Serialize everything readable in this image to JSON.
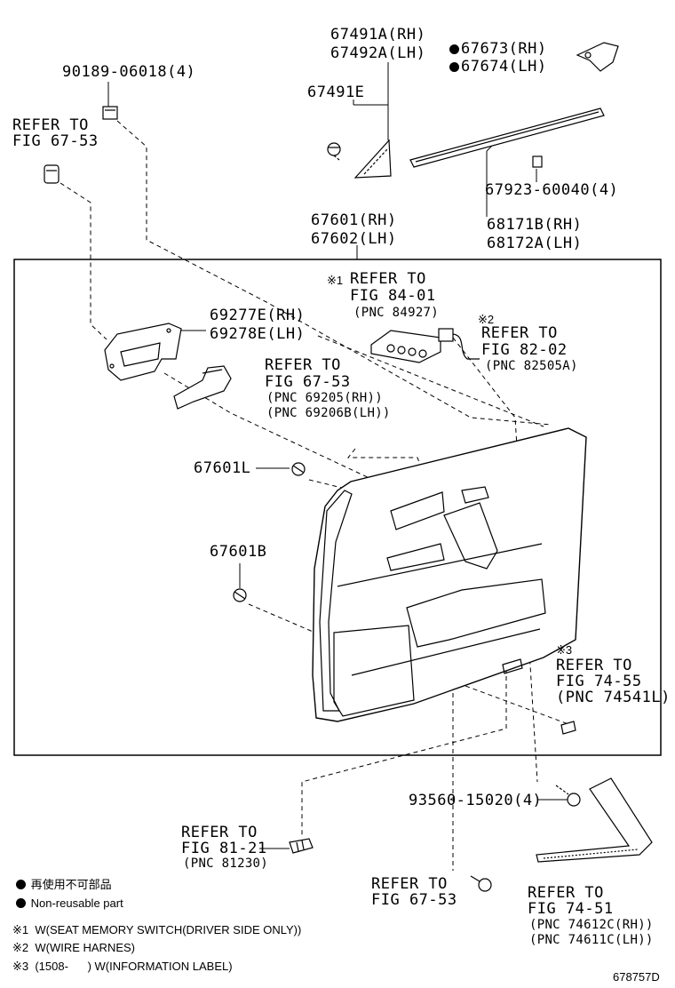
{
  "parts": {
    "clip_90189": "90189-06018(4)",
    "refer_67_53_top": [
      "REFER TO",
      "FIG 67-53"
    ],
    "part_67491A": "67491A(RH)",
    "part_67492A": "67492A(LH)",
    "part_67491E": "67491E",
    "part_67673": "67673(RH)",
    "part_67674": "67674(LH)",
    "clip_67923": "67923-60040(4)",
    "part_68171B": "68171B(RH)",
    "part_68172A": "68172A(LH)",
    "panel_67601": "67601(RH)",
    "panel_67602": "67602(LH)",
    "refer_84_01": [
      "REFER TO",
      "FIG 84-01",
      "(PNC 84927)"
    ],
    "note_mark_1": "※1",
    "refer_82_02": [
      "REFER TO",
      "FIG 82-02",
      "(PNC 82505A)"
    ],
    "note_mark_2": "※2",
    "part_69277E": "69277E(RH)",
    "part_69278E": "69278E(LH)",
    "refer_67_53_mid": [
      "REFER TO",
      "FIG 67-53",
      "(PNC 69205(RH))",
      "(PNC 69206B(LH))"
    ],
    "part_67601L": "67601L",
    "part_67601B": "67601B",
    "refer_74_55": [
      "REFER TO",
      "FIG 74-55",
      "(PNC 74541L)"
    ],
    "note_mark_3": "※3",
    "screw_93560": "93560-15020(4)",
    "refer_81_21": [
      "REFER TO",
      "FIG 81-21",
      "(PNC 81230)"
    ],
    "refer_67_53_bottom": [
      "REFER TO",
      "FIG 67-53"
    ],
    "refer_74_51": [
      "REFER TO",
      "FIG 74-51",
      "(PNC 74612C(RH))",
      "(PNC 74611C(LH))"
    ]
  },
  "legend": {
    "line1": "再使用不可部品",
    "line2": "Non-reusable part",
    "note1": "※1  W(SEAT MEMORY SWITCH(DRIVER SIDE ONLY))",
    "note2": "※2  W(WIRE HARNES)",
    "note3": "※3  (1508-      ) W(INFORMATION LABEL)"
  },
  "diagram_id": "678757D",
  "colors": {
    "ink": "#000000",
    "background": "#ffffff"
  }
}
